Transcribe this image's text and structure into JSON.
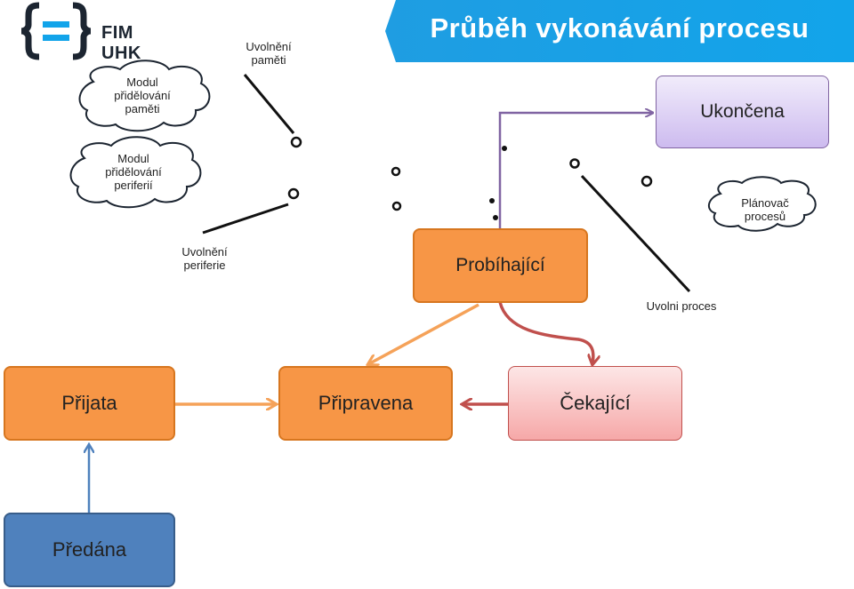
{
  "header": {
    "logo_text": "FIM UHK",
    "title": "Průběh vykonávání procesu"
  },
  "clouds": {
    "memory_module": "Modul\npřidělování\npaměti",
    "peripheral_module": "Modul\npřidělování\nperiferií",
    "scheduler": "Plánovač\nprocesů"
  },
  "labels": {
    "memory_release": "Uvolnění\npaměti",
    "peripheral_release": "Uvolnění\nperiferie",
    "release_process": "Uvolni proces"
  },
  "states": {
    "terminated": "Ukončena",
    "running": "Probíhající",
    "accepted": "Přijata",
    "ready": "Připravena",
    "waiting": "Čekající",
    "handed_over": "Předána"
  },
  "colors": {
    "banner": "#1f9de2",
    "orange": "#f79646",
    "blue": "#4f81bd",
    "waiting_red": "#c0504d",
    "terminated_purple": "#8064a2",
    "light_orange_arrow": "#f5a259"
  }
}
